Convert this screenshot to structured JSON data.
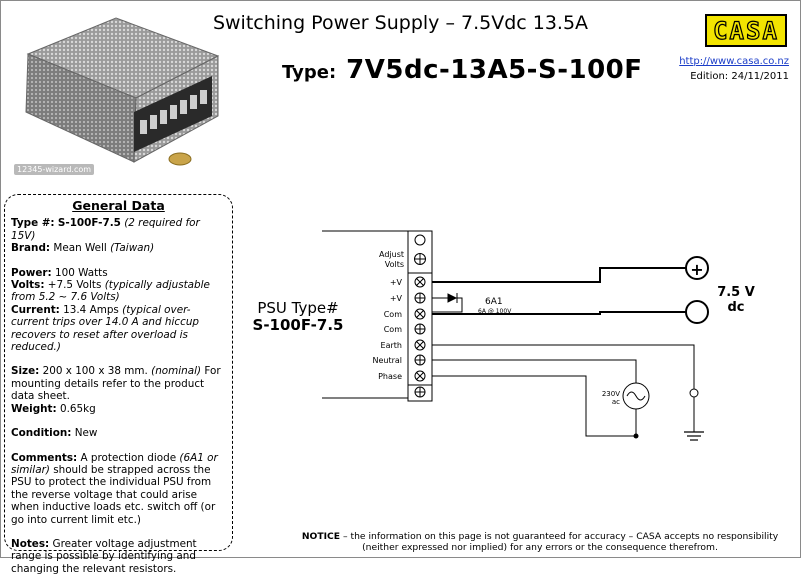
{
  "header": {
    "title": "Switching Power Supply – 7.5Vdc 13.5A",
    "type_label": "Type:",
    "type_value": "7V5dc-13A5-S-100F",
    "url": "http://www.casa.co.nz",
    "edition": "Edition: 24/11/2011",
    "logo_text": "CASA"
  },
  "photo": {
    "watermark": "12345-wizard.com"
  },
  "general": {
    "heading": "General Data",
    "type_key": "Type #:",
    "type_val": "S-100F-7.5",
    "type_note": "(2 required for 15V)",
    "brand_key": "Brand:",
    "brand_val": "Mean Well",
    "brand_note": "(Taiwan)",
    "power_key": "Power:",
    "power_val": "100 Watts",
    "volts_key": "Volts:",
    "volts_val": "+7.5 Volts",
    "volts_note": "(typically adjustable from 5.2 ~ 7.6 Volts)",
    "current_key": "Current:",
    "current_val": "13.4 Amps",
    "current_note": "(typical over-current trips over 14.0 A and hiccup recovers to reset after overload is reduced.)",
    "size_key": "Size:",
    "size_val": "200 x 100 x 38 mm.",
    "size_note": "(nominal)",
    "size_tail": "For mounting details refer to the product data sheet.",
    "weight_key": "Weight:",
    "weight_val": "0.65kg",
    "condition_key": "Condition:",
    "condition_val": "New",
    "comments_key": "Comments:",
    "comments_a": "A protection diode",
    "comments_note": "(6A1 or similar)",
    "comments_b": "should be strapped across the PSU to protect the individual PSU from the reverse voltage that could arise when inductive loads etc. switch off (or go into current limit etc.)",
    "notes_key": "Notes:",
    "notes_val": "Greater voltage adjustment range is possible by identifying and  changing the relevant resistors."
  },
  "schematic": {
    "psu_label": "PSU Type#",
    "psu_model": "S-100F-7.5",
    "adjust_label": "Adjust",
    "volts_label": "Volts",
    "terminals": [
      "+V",
      "+V",
      "Com",
      "Com",
      "Earth",
      "Neutral",
      "Phase"
    ],
    "diode_label": "6A1",
    "diode_rating": "6A @ 100V",
    "ac_label_1": "230V",
    "ac_label_2": "ac",
    "out_plus": "+",
    "out_voltage": "7.5 V",
    "out_unit": "dc"
  },
  "notice": {
    "key": "NOTICE",
    "text": " – the information on this page is not guaranteed for accuracy – CASA accepts no responsibility (neither expressed nor implied) for any errors or the consequence therefrom."
  }
}
